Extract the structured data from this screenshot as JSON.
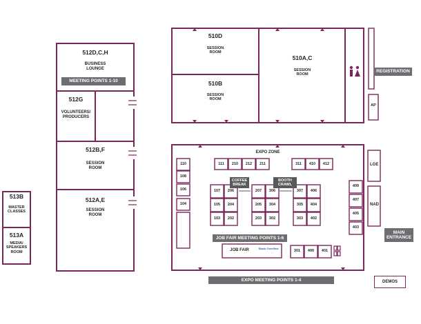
{
  "rooms": {
    "r512d": {
      "code": "512D,C,H",
      "name": "BUSINESS\nLOUNGE"
    },
    "r512g": {
      "code": "512G",
      "name": "VOLUNTEERS/\nPRODUCERS"
    },
    "r512bf": {
      "code": "512B,F",
      "name": "SESSION\nROOM"
    },
    "r512ae": {
      "code": "512A,E",
      "name": "SESSION\nROOM"
    },
    "r513b": {
      "code": "513B",
      "name": "MASTER\nCLASSES"
    },
    "r513a": {
      "code": "513A",
      "name": "MEDIA/\nSPEAKERS\nROOM"
    },
    "r510d": {
      "code": "510D",
      "name": "SESSION\nROOM"
    },
    "r510b": {
      "code": "510B",
      "name": "SESSION\nROOM"
    },
    "r510ac": {
      "code": "510A,C",
      "name": "SESSION\nROOM"
    }
  },
  "labels": {
    "expo_zone": "EXPO ZONE",
    "job_fair": "JOB FAIR",
    "coffee_break": "COFFEE\nBREAK",
    "booth_crawl": "BOOTH\nCRAWL",
    "lge": "LGE",
    "nad": "NAD",
    "ap": "AP",
    "sponsor_logo": "Stack Overflow"
  },
  "badges": {
    "meeting_points_1_10": "MEETING POINTS 1-10",
    "registration": "REGISTRATION",
    "job_fair_meeting": "JOB FAIR MEETING POINTS 1-6",
    "expo_meeting": "EXPO MEETING POINTS 1-4",
    "main_entrance": "MAIN\nENTRANCE",
    "demos": "DEMOS"
  },
  "booths": {
    "b110": "110",
    "b108": "108",
    "b106": "106",
    "b104": "104",
    "b111": "111",
    "b210": "210",
    "b212": "212",
    "b211": "211",
    "b311": "311",
    "b410": "410",
    "b412": "412",
    "b107": "107",
    "b206": "206",
    "b105": "105",
    "b204": "204",
    "b103": "103",
    "b202": "202",
    "b207": "207",
    "b306": "306",
    "b205": "205",
    "b304": "304",
    "b203": "203",
    "b302": "302",
    "b307": "307",
    "b406": "406",
    "b305": "305",
    "b404": "404",
    "b303": "303",
    "b402": "402",
    "b301": "301",
    "b400": "400",
    "b401": "401",
    "b409": "409",
    "b407": "407",
    "b405": "405",
    "b403": "403"
  },
  "colors": {
    "wall": "#7b2659",
    "badge": "#6d6e71"
  }
}
